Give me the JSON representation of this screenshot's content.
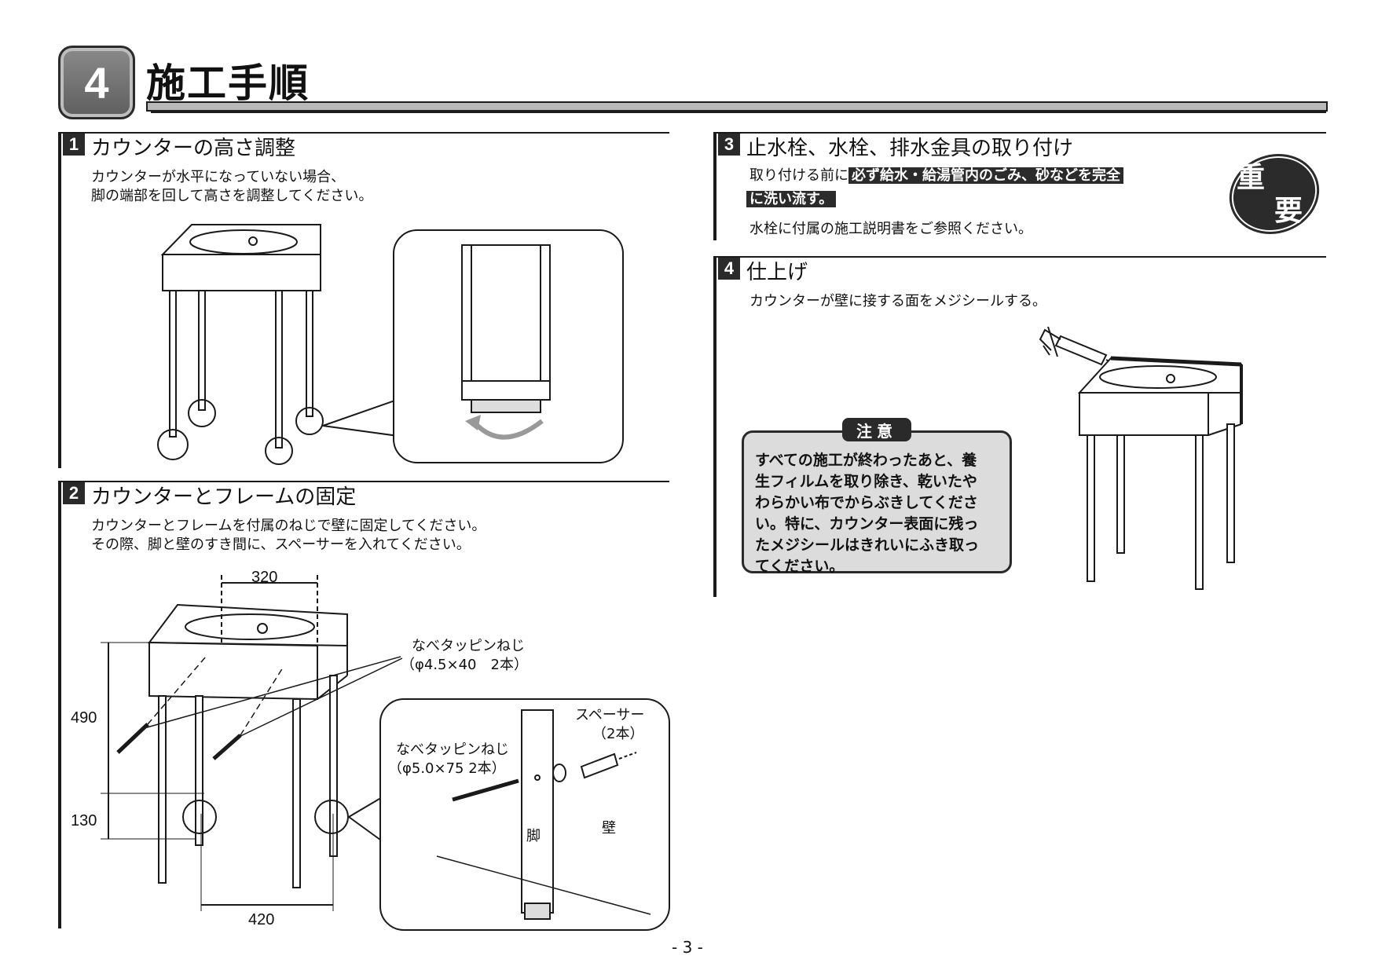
{
  "header": {
    "step_number": "4",
    "title": "施工手順"
  },
  "sections": {
    "s1": {
      "number": "1",
      "title": "カウンターの高さ調整",
      "text": [
        "カウンターが水平になっていない場合、",
        "脚の端部を回して高さを調整してください。"
      ]
    },
    "s2": {
      "number": "2",
      "title": "カウンターとフレームの固定",
      "text": [
        "カウンターとフレームを付属のねじで壁に固定してください。",
        "その際、脚と壁のすき間に、スペーサーを入れてください。"
      ],
      "dims": {
        "top": "320",
        "height": "490",
        "leg": "130",
        "bottom": "420"
      },
      "screw_label": [
        "なべタッピンねじ",
        "（φ4.5×40　2本）"
      ],
      "detail_screw_label": [
        "なべタッピンねじ",
        "（φ5.0×75  2本）"
      ],
      "spacer_label": [
        "スペーサー",
        "（2本）"
      ],
      "leg_label": "脚",
      "wall_label": "壁"
    },
    "s3": {
      "number": "3",
      "title": "止水栓、水栓、排水金具の取り付け",
      "text_prefix": "取り付ける前に",
      "highlight_1": "必ず給水・給湯管内のごみ、砂などを完全",
      "highlight_2": "に洗い流す。",
      "text_2": "水栓に付属の施工説明書をご参照ください。",
      "badge_1": "重",
      "badge_2": "要"
    },
    "s4": {
      "number": "4",
      "title": "仕上げ",
      "text": "カウンターが壁に接する面をメジシールする。",
      "caution_tag": "注意",
      "caution_lines": [
        "すべての施工が終わったあと、養",
        "生フィルムを取り除き、乾いたや",
        "わらかい布でからぶきしてくださ",
        "い。特に、カウンター表面に残っ",
        "たメジシールはきれいにふき取っ",
        "てください。"
      ]
    }
  },
  "footer": {
    "page": "- 3 -"
  }
}
